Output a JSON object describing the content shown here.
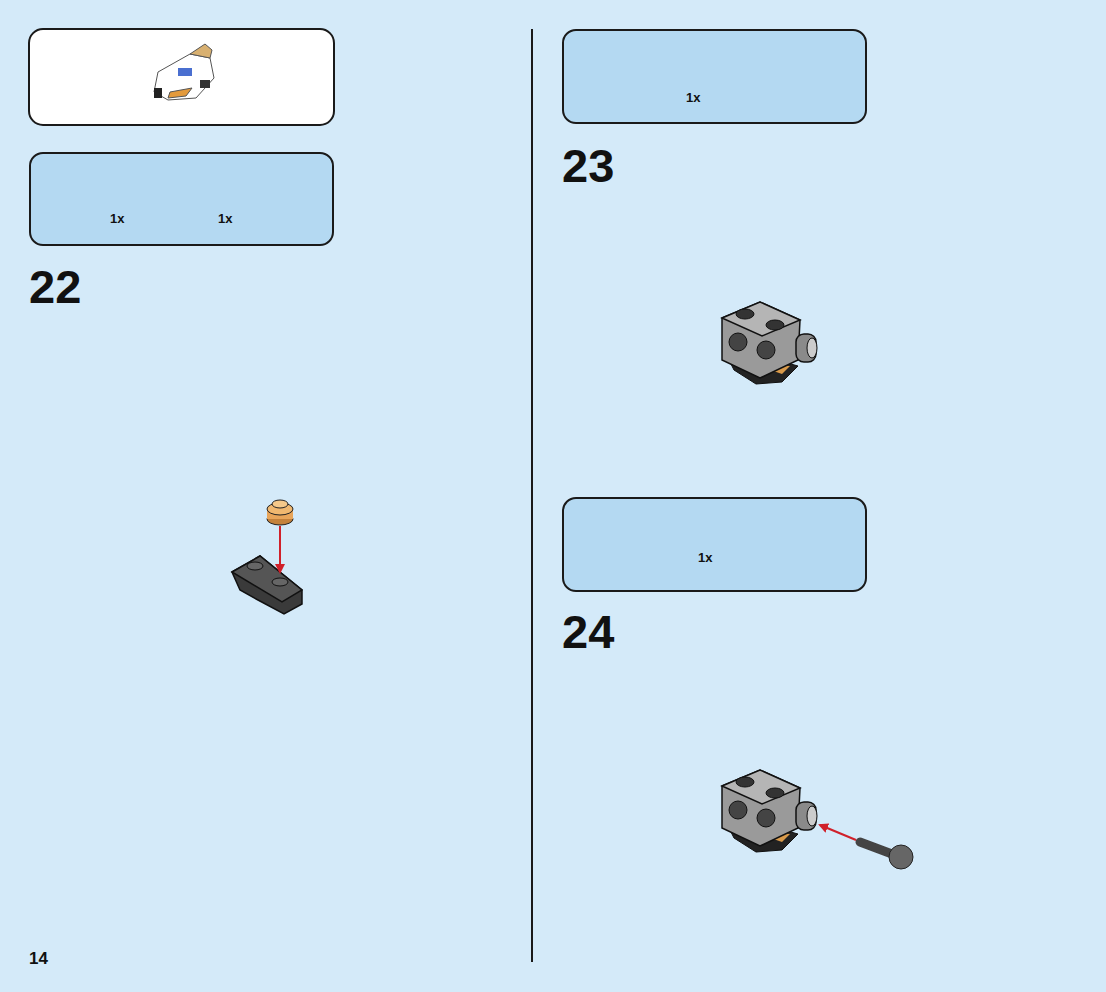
{
  "diagram": {
    "nodes": [
      {
        "text": [
          "1x",
          "1x"
        ]
      },
      {
        "text": [
          "1x"
        ]
      },
      {
        "text": [
          "1x"
        ]
      }
    ],
    "labels": [
      "22",
      "23",
      "24",
      "14"
    ]
  }
}
